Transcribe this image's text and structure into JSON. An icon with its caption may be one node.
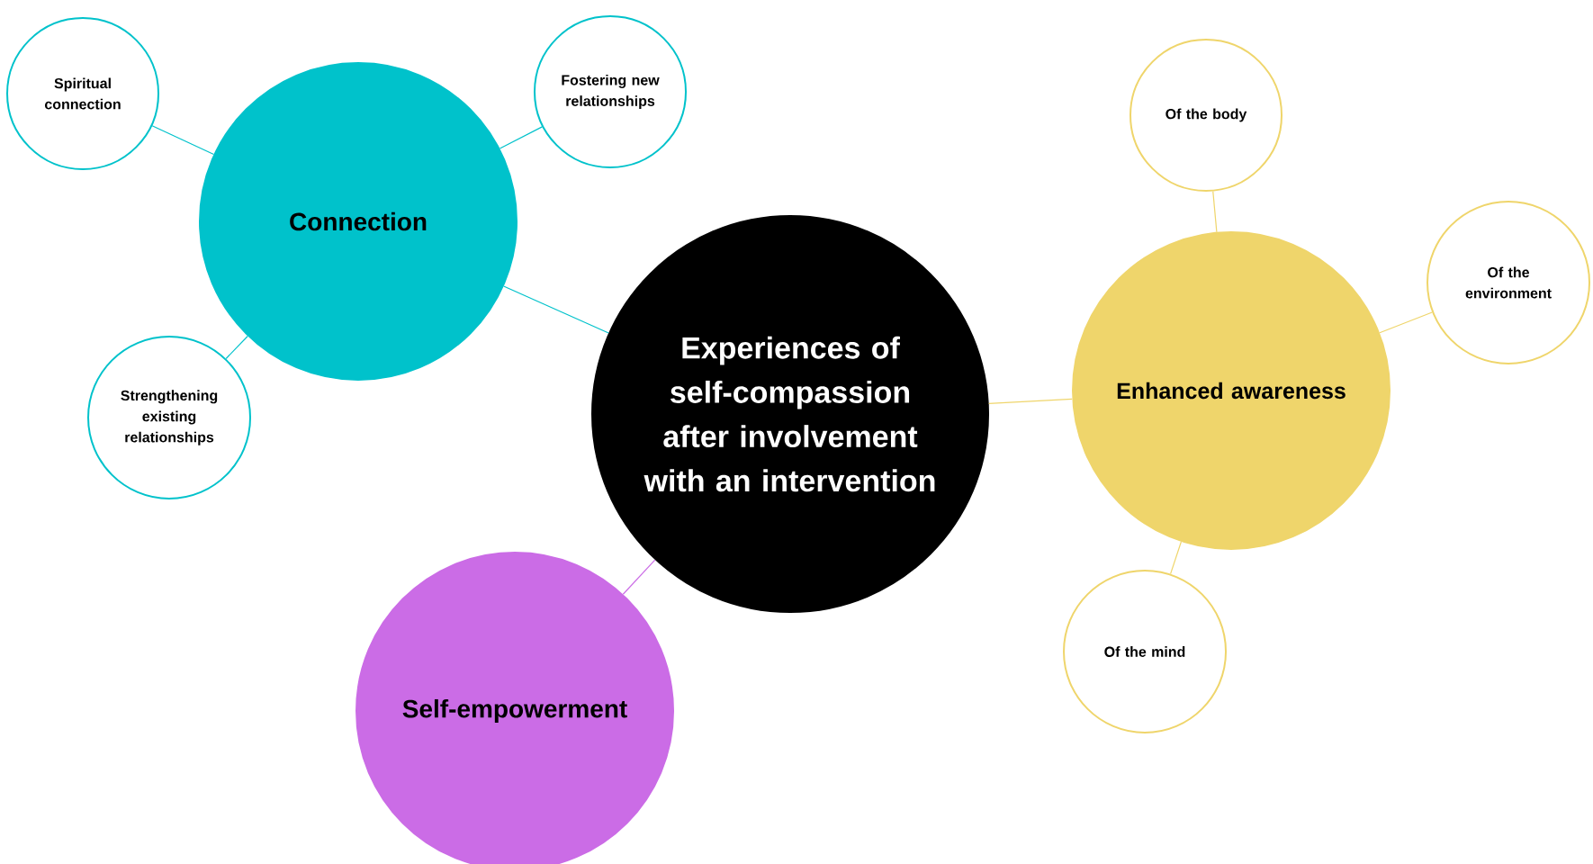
{
  "diagram": {
    "nodes": [
      {
        "text": [
          "Experiences of self-compassion after involvement with an intervention"
        ]
      },
      {
        "text": [
          "Connection"
        ]
      },
      {
        "text": [
          "Spiritual connection"
        ]
      },
      {
        "text": [
          "Fostering new relationships"
        ]
      },
      {
        "text": [
          "Strengthening existing relationships"
        ]
      },
      {
        "text": [
          "Self-empowerment"
        ]
      },
      {
        "text": [
          "Enhanced awareness"
        ]
      },
      {
        "text": [
          "Of the body"
        ]
      },
      {
        "text": [
          "Of the environment"
        ]
      },
      {
        "text": [
          "Of the mind"
        ]
      }
    ],
    "edges": [
      {
        "from": 0,
        "to": 1,
        "arrow": "none",
        "color": "#00c2cb"
      },
      {
        "from": 1,
        "to": 2,
        "arrow": "none",
        "color": "#00c2cb"
      },
      {
        "from": 1,
        "to": 3,
        "arrow": "none",
        "color": "#00c2cb"
      },
      {
        "from": 1,
        "to": 4,
        "arrow": "none",
        "color": "#00c2cb"
      },
      {
        "from": 0,
        "to": 5,
        "arrow": "none",
        "color": "#cb6ce6"
      },
      {
        "from": 0,
        "to": 6,
        "arrow": "none",
        "color": "#efd56b"
      },
      {
        "from": 6,
        "to": 7,
        "arrow": "none",
        "color": "#efd56b"
      },
      {
        "from": 6,
        "to": 8,
        "arrow": "none",
        "color": "#efd56b"
      },
      {
        "from": 6,
        "to": 9,
        "arrow": "none",
        "color": "#efd56b"
      }
    ]
  }
}
